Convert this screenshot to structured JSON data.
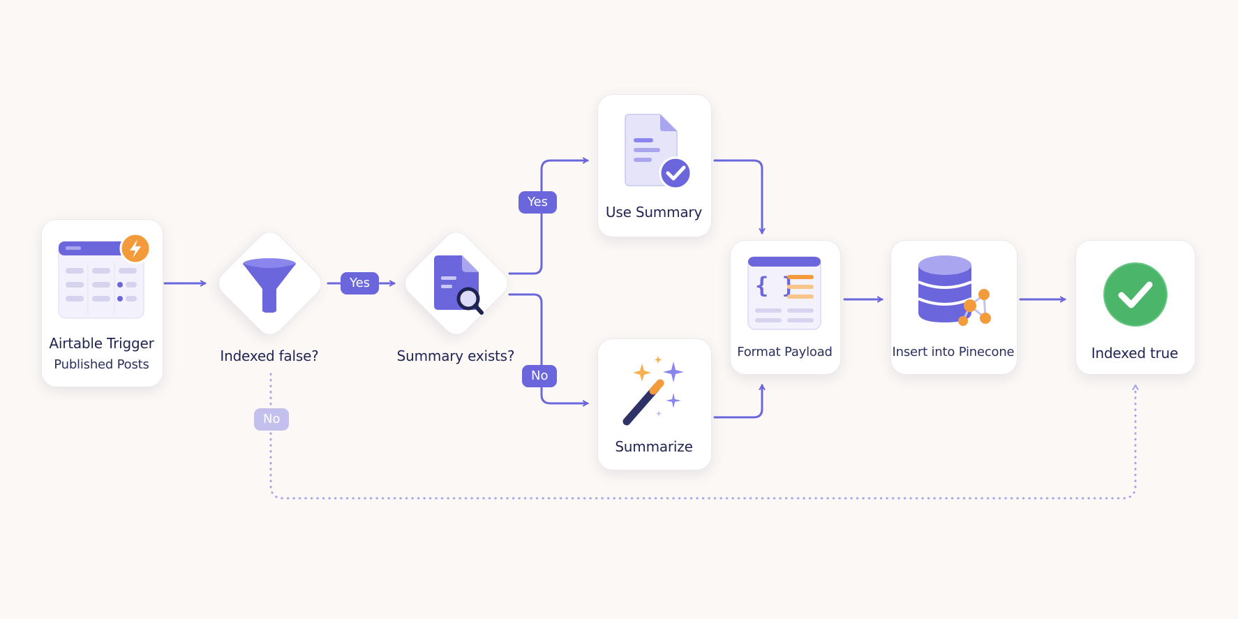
{
  "colors": {
    "background": "#fbf8f5",
    "accent": "#6b66dc",
    "accent_light": "#c4c0ee",
    "card": "#ffffff",
    "text": "#1f2352",
    "lightning": "#f39a3a",
    "success": "#4bb56a",
    "node_orange": "#f39a3a"
  },
  "nodes": {
    "trigger": {
      "title": "Airtable Trigger",
      "subtitle": "Published Posts",
      "icon": "airtable-table-lightning-icon"
    },
    "filter": {
      "title": "Indexed false?",
      "icon": "funnel-icon"
    },
    "check": {
      "title": "Summary exists?",
      "icon": "document-search-icon"
    },
    "use_summary": {
      "title": "Use Summary",
      "icon": "document-check-icon"
    },
    "summarize": {
      "title": "Summarize",
      "icon": "magic-wand-sparkles-icon"
    },
    "format": {
      "title": "Format Payload",
      "icon": "json-braces-window-icon"
    },
    "insert": {
      "title": "Insert into Pinecone",
      "icon": "database-graph-icon"
    },
    "done": {
      "title": "Indexed true",
      "icon": "check-circle-icon"
    }
  },
  "edge_labels": {
    "filter_yes": "Yes",
    "filter_no": "No",
    "check_yes": "Yes",
    "check_no": "No"
  }
}
